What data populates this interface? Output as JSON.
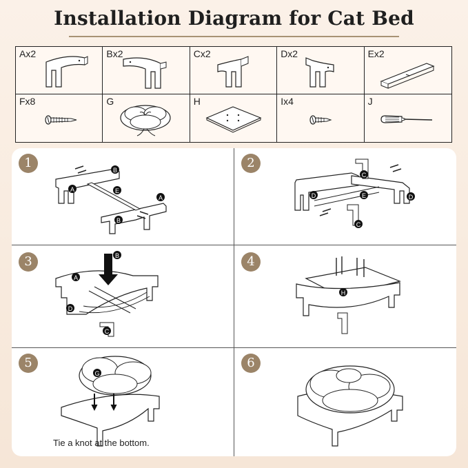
{
  "title": "Installation Diagram for Cat Bed",
  "parts": [
    {
      "label": "Ax2",
      "icon": "side-panel-a-icon"
    },
    {
      "label": "Bx2",
      "icon": "side-panel-b-icon"
    },
    {
      "label": "Cx2",
      "icon": "side-panel-c-icon"
    },
    {
      "label": "Dx2",
      "icon": "side-panel-d-icon"
    },
    {
      "label": "Ex2",
      "icon": "crossbar-e-icon"
    },
    {
      "label": "Fx8",
      "icon": "long-screw-f-icon"
    },
    {
      "label": "G",
      "icon": "cushion-g-icon"
    },
    {
      "label": "H",
      "icon": "board-h-icon"
    },
    {
      "label": "Ix4",
      "icon": "short-screw-i-icon"
    },
    {
      "label": "J",
      "icon": "screwdriver-j-icon"
    }
  ],
  "steps": [
    {
      "number": "1",
      "callouts": [
        "B",
        "A",
        "E",
        "A",
        "B"
      ]
    },
    {
      "number": "2",
      "callouts": [
        "C",
        "D",
        "E",
        "D",
        "C"
      ]
    },
    {
      "number": "3",
      "callouts": [
        "B",
        "A",
        "D",
        "C"
      ]
    },
    {
      "number": "4",
      "callouts": [
        "H"
      ]
    },
    {
      "number": "5",
      "callouts": [
        "G"
      ],
      "note": "Tie a knot at the bottom."
    },
    {
      "number": "6",
      "callouts": []
    }
  ],
  "colors": {
    "badge": "#9b8468",
    "title_rule": "#a89274",
    "background": "#f7e9dc"
  }
}
